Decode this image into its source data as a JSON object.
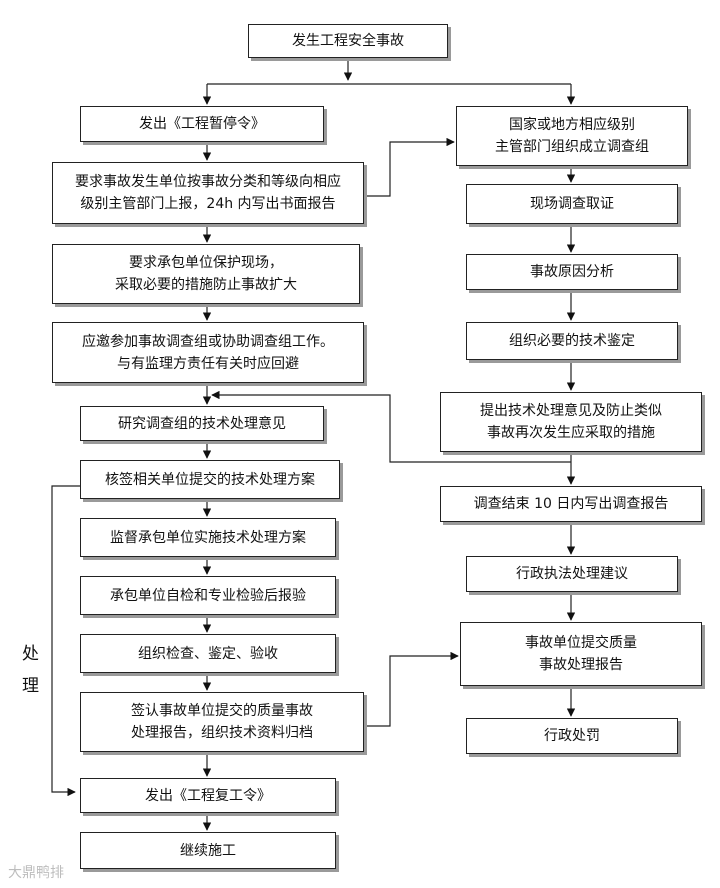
{
  "nodes": {
    "start": "发生工程安全事故",
    "stop_order": "发出《工程暂停令》",
    "report": "要求事故发生单位按事故分类和等级向相应\n级别主管部门上报，24h 内写出书面报告",
    "protect": "要求承包单位保护现场，\n采取必要的措施防止事故扩大",
    "join": "应邀参加事故调查组或协助调查组工作。\n与有监理方责任有关时应回避",
    "study": "研究调查组的技术处理意见",
    "sign_plan": "核签相关单位提交的技术处理方案",
    "supervise": "监督承包单位实施技术处理方案",
    "self_check": "承包单位自检和专业检验后报验",
    "inspect": "组织检查、鉴定、验收",
    "sign_report": "签认事故单位提交的质量事故\n处理报告，组织技术资料归档",
    "resume_order": "发出《工程复工令》",
    "continue": "继续施工",
    "gov_group": "国家或地方相应级别\n主管部门组织成立调查组",
    "evidence": "现场调查取证",
    "cause": "事故原因分析",
    "appraisal": "组织必要的技术鉴定",
    "measures": "提出技术处理意见及防止类似\n事故再次发生应采取的措施",
    "report10": "调查结束 10 日内写出调查报告",
    "admin_advice": "行政执法处理建议",
    "quality_report": "事故单位提交质量\n事故处理报告",
    "penalty": "行政处罚"
  },
  "side_label": [
    "处",
    "理"
  ],
  "watermark": "大鼎鸭排"
}
